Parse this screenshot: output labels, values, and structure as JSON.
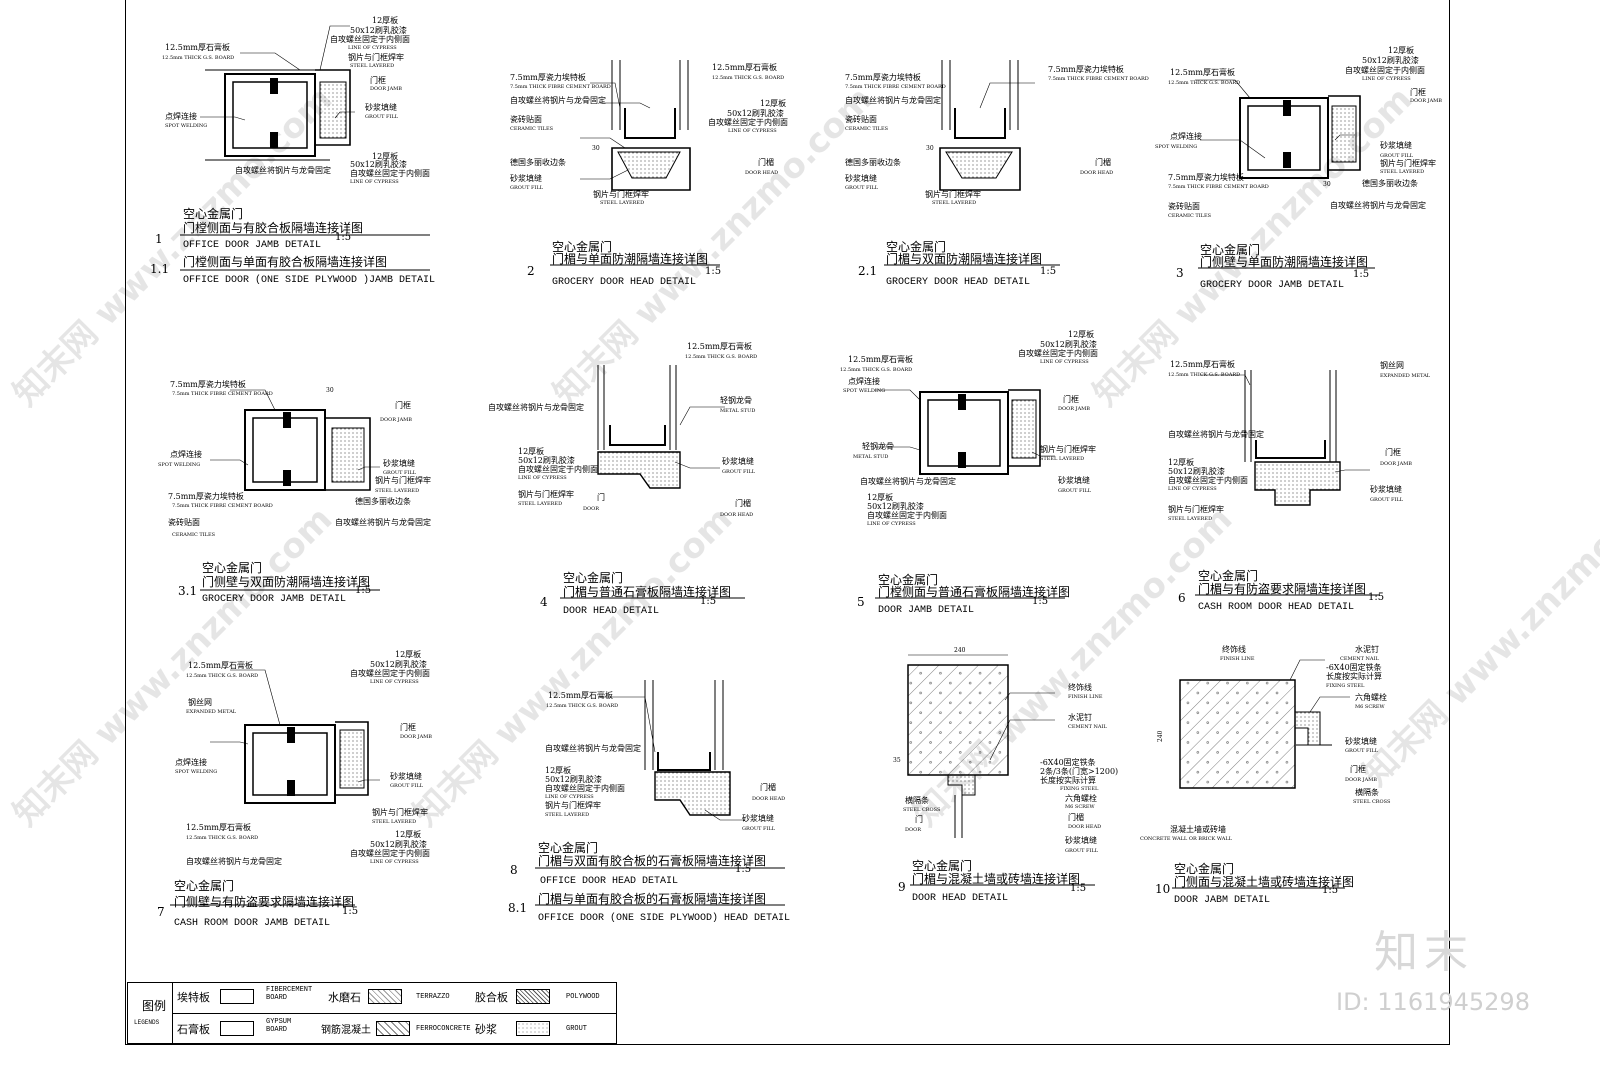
{
  "watermark": {
    "logo": "知末",
    "id": "ID: 1161945298",
    "diagonal": "知末网 www.znzmo.com"
  },
  "details": [
    {
      "num": "1",
      "title_cn_top": "空心金属门",
      "title_cn": "门樘侧面与有胶合板隔墙连接详图",
      "title_en": "OFFICE DOOR JAMB DETAIL",
      "scale": "1:5"
    },
    {
      "num": "1.1",
      "title_cn": "门樘侧面与单面有胶合板隔墙连接详图",
      "title_en": "OFFICE DOOR (ONE SIDE PLYWOOD )JAMB DETAIL"
    },
    {
      "num": "2",
      "title_cn_top": "空心金属门",
      "title_cn": "门楣与单面防潮隔墙连接详图",
      "title_en": "GROCERY DOOR HEAD DETAIL",
      "scale": "1:5"
    },
    {
      "num": "2.1",
      "title_cn_top": "空心金属门",
      "title_cn": "门楣与双面防潮隔墙连接详图",
      "title_en": "GROCERY DOOR HEAD DETAIL",
      "scale": "1:5"
    },
    {
      "num": "3",
      "title_cn_top": "空心金属门",
      "title_cn": "门侧壁与单面防潮隔墙连接详图",
      "title_en": "GROCERY DOOR JAMB DETAIL",
      "scale": "1:5"
    },
    {
      "num": "3.1",
      "title_cn_top": "空心金属门",
      "title_cn": "门侧壁与双面防潮隔墙连接详图",
      "title_en": "GROCERY DOOR JAMB DETAIL",
      "scale": "1:5"
    },
    {
      "num": "4",
      "title_cn_top": "空心金属门",
      "title_cn": "门楣与普通石膏板隔墙连接详图",
      "title_en": "DOOR HEAD DETAIL",
      "scale": "1:5"
    },
    {
      "num": "5",
      "title_cn_top": "空心金属门",
      "title_cn": "门樘侧面与普通石膏板隔墙连接详图",
      "title_en": "DOOR JAMB DETAIL",
      "scale": "1:5"
    },
    {
      "num": "6",
      "title_cn_top": "空心金属门",
      "title_cn": "门楣与有防盗要求隔墙连接详图",
      "title_en": "CASH ROOM DOOR HEAD DETAIL",
      "scale": "1:5"
    },
    {
      "num": "7",
      "title_cn_top": "空心金属门",
      "title_cn": "门侧壁与有防盗要求隔墙连接详图",
      "title_en": "CASH ROOM DOOR JAMB DETAIL",
      "scale": "1:5"
    },
    {
      "num": "8",
      "title_cn_top": "空心金属门",
      "title_cn": "门楣与双面有胶合板的石膏板隔墙连接详图",
      "title_en": "OFFICE DOOR HEAD DETAIL",
      "scale": "1:5"
    },
    {
      "num": "8.1",
      "title_cn": "门楣与单面有胶合板的石膏板隔墙连接详图",
      "title_en": "OFFICE DOOR (ONE SIDE PLYWOOD) HEAD DETAIL"
    },
    {
      "num": "9",
      "title_cn_top": "空心金属门",
      "title_cn": "门楣与混凝土墙或砖墙连接详图",
      "title_en": "DOOR HEAD DETAIL",
      "scale": "1:5"
    },
    {
      "num": "10",
      "title_cn_top": "空心金属门",
      "title_cn": "门侧面与混凝土墙或砖墙连接详图",
      "title_en": "DOOR JABM DETAIL",
      "scale": "1:5"
    }
  ],
  "notes": {
    "gs_board_cn": "12.5mm厚石膏板",
    "gs_board_en": "12.5mm THICK G.S. BOARD",
    "board12_cn": "12厚板",
    "board12_glue_cn": "50x12刷乳胶漆",
    "board12_screw_cn": "自攻螺丝固定于内侧面",
    "cypress_en": "LINE OF CYPRESS",
    "weld_cn": "钢片与门框焊牢",
    "steel_layered_en": "STEEL LAYERED",
    "jamb_cn": "门框",
    "jamb_en": "DOOR JAMB",
    "grout_cn": "砂浆填缝",
    "grout_en": "GROUT FILL",
    "spot_cn": "点焊连接",
    "spot_en": "SPOT WELDING",
    "screw_stud_cn": "自攻螺丝将钢片与龙骨固定",
    "fibre_cn": "7.5mm厚瓷力埃特板",
    "fibre_en": "7.5mm THICK FIBRE CEMENT BOARD",
    "tile_cn": "瓷砖贴面",
    "tile_en": "CERAMIC TILES",
    "trim_cn": "德国多丽收边条",
    "head_cn": "门楣",
    "head_en": "DOOR HEAD",
    "stud_cn": "轻钢龙骨",
    "stud_en": "METAL STUD",
    "mesh_cn": "钢丝网",
    "mesh_en": "EXPANDED METAL",
    "door_cn": "门",
    "door_en": "DOOR",
    "finish_cn": "终饰线",
    "finish_en": "FINISH LINE",
    "nail_cn": "水泥钉",
    "nail_en": "CEMENT NAIL",
    "plate_cn": "-6X40固定铁条",
    "plate2_cn": "2条/3条(门宽>1200)",
    "plate3_cn": "长度按实际计算",
    "plate_en": "FIXING STEEL",
    "screw_cn": "六角螺栓",
    "screw_en": "M6 SCREW",
    "cross_cn": "横隔条",
    "cross_en": "STEEL CROSS",
    "wall_cn": "混凝土墙或砖墙",
    "wall_en": "CONCRETE WALL OR BRICK WALL",
    "dim_30": "30",
    "dim_35": "35",
    "dim_240": "240"
  },
  "legend": {
    "title_cn": "图例",
    "title_en": "LEGENDS",
    "items": [
      {
        "cn": "埃特板",
        "en": "FIBERCEMENT BOARD"
      },
      {
        "cn": "水磨石",
        "en": "TERRAZZO"
      },
      {
        "cn": "胶合板",
        "en": "POLYWOOD"
      },
      {
        "cn": "石膏板",
        "en": "GYPSUM BOARD"
      },
      {
        "cn": "钢筋混凝土",
        "en": "FERROCONCRETE"
      },
      {
        "cn": "砂浆",
        "en": "GROUT"
      }
    ]
  }
}
